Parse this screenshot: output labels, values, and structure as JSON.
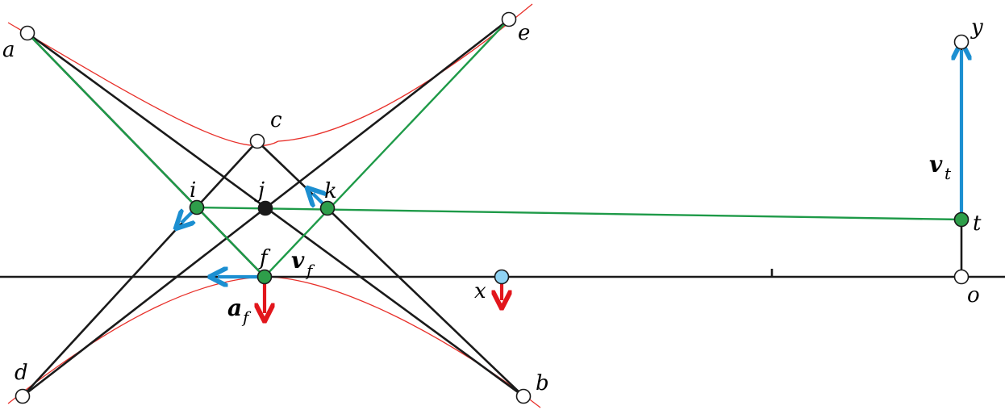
{
  "colors": {
    "curve": "#e8302a",
    "black": "#1a1a1a",
    "green": "#1e9a48",
    "blue": "#1c8fd1",
    "red": "#e2161c",
    "point_fill_green": "#2e9e4a",
    "point_fill_x": "#8fd3f4"
  },
  "points": {
    "a": "a",
    "b": "b",
    "c": "c",
    "d": "d",
    "e": "e",
    "f": "f",
    "i": "i",
    "j": "j",
    "k": "k",
    "t": "t",
    "x": "x",
    "y": "y",
    "o": "o"
  },
  "vectors": {
    "v": "v",
    "a": "a",
    "sub_f": "f",
    "sub_t": "t"
  }
}
